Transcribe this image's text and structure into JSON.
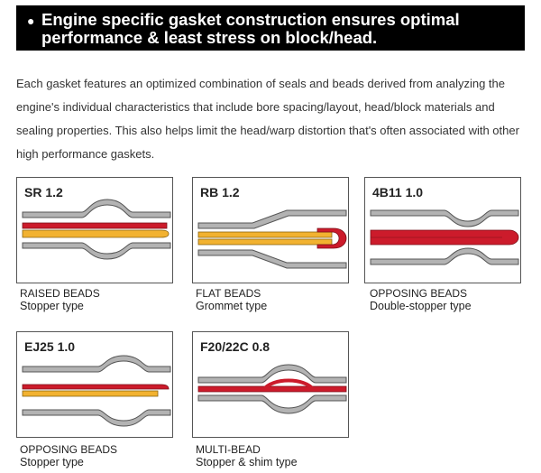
{
  "banner": {
    "line1": "Engine specific gasket construction ensures optimal",
    "line2": "performance & least stress  on block/head."
  },
  "intro": {
    "line1": "Each gasket features an optimized combination of seals and beads derived from analyzing the",
    "line2": "engine's individual characteristics that include bore spacing/layout, head/block materials and",
    "line3": "sealing properties. This also helps limit the head/warp distortion that's often associated with other",
    "line4": "high performance gaskets."
  },
  "diagrams": [
    {
      "code": "SR 1.2",
      "type": "RAISED BEADS",
      "subtype": "Stopper type"
    },
    {
      "code": "RB 1.2",
      "type": "FLAT BEADS",
      "subtype": "Grommet type"
    },
    {
      "code": "4B11 1.0",
      "type": "OPPOSING BEADS",
      "subtype": "Double-stopper type"
    },
    {
      "code": "EJ25 1.0",
      "type": "OPPOSING BEADS",
      "subtype": "Stopper type"
    },
    {
      "code": "F20/22C 0.8",
      "type": "MULTI-BEAD",
      "subtype": "Stopper & shim type"
    }
  ],
  "colors": {
    "steel": "#b3b3b3",
    "steel_outline": "#555555",
    "stopper_red": "#cc1b2b",
    "shim_yellow": "#f2b230"
  }
}
